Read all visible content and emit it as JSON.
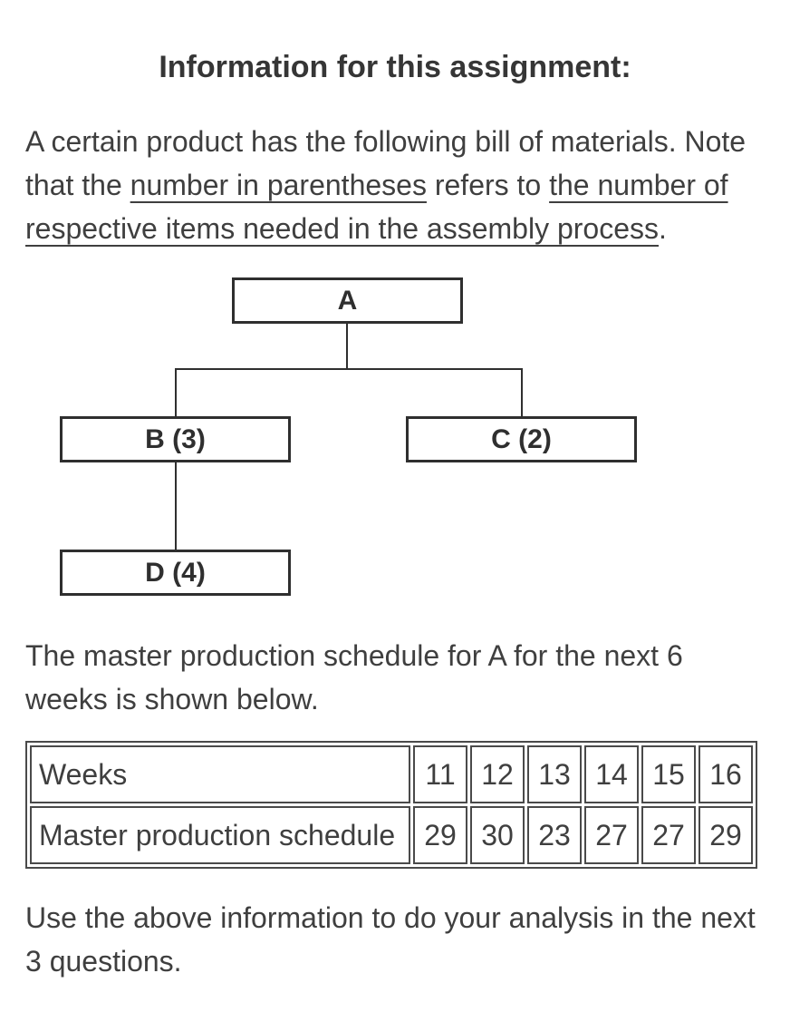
{
  "page": {
    "heading": "Information for this assignment:",
    "intro": {
      "pre": "A certain product has the following bill of materials. Note that the ",
      "underline1": "number in parentheses",
      "mid": " refers to ",
      "underline2": "the number of respective items needed in the assembly process",
      "post": "."
    },
    "mps_intro": "The master production schedule for A for the next 6 weeks is shown below.",
    "outro": "Use the above information to do your analysis in the next 3 questions."
  },
  "bom_diagram": {
    "root": "A",
    "child_left": "B (3)",
    "child_right": "C (2)",
    "grandchild": "D (4)"
  },
  "mps_table": {
    "row1": {
      "label": "Weeks",
      "values": [
        "11",
        "12",
        "13",
        "14",
        "15",
        "16"
      ]
    },
    "row2": {
      "label": "Master production schedule",
      "values": [
        "29",
        "30",
        "23",
        "27",
        "27",
        "29"
      ]
    }
  },
  "colors": {
    "body_text": "#3f3f3f",
    "heading_text": "#363636",
    "diagram_stroke": "#2f2f2f",
    "table_border": "#4a4a4a",
    "background": "#ffffff"
  }
}
